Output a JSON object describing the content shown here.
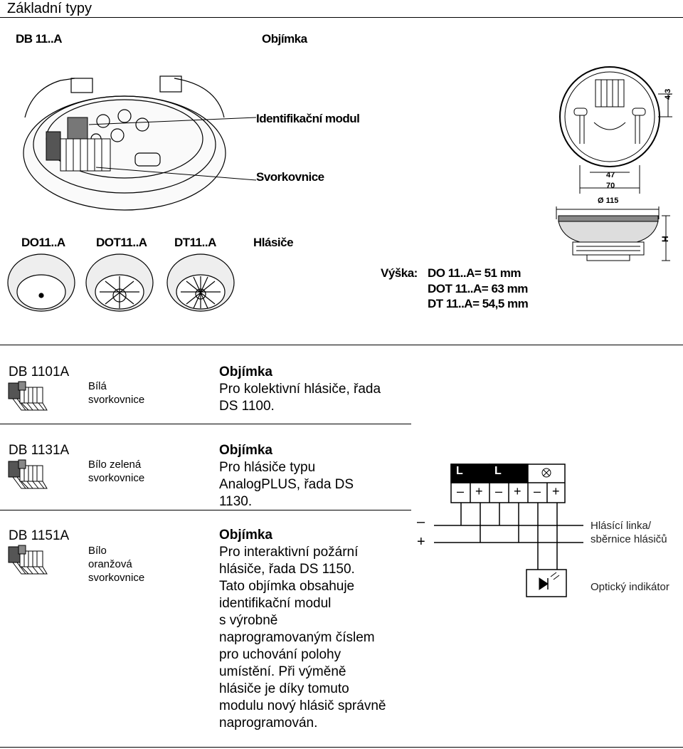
{
  "page_title": "Základní typy",
  "figure": {
    "base_label": "DB 11..A",
    "base_title": "Objímka",
    "callout_module": "Identifikační modul",
    "callout_terminal": "Svorkovnice",
    "detectors_label": "Hlásiče",
    "detector_types": [
      "DO11..A",
      "DOT11..A",
      "DT11..A"
    ],
    "height_label": "Výška:",
    "heights": [
      "DO 11..A= 51 mm",
      "DOT 11..A= 63 mm",
      "DT 11..A= 54,5 mm"
    ],
    "dim_47": "47",
    "dim_70": "70",
    "dim_115": "Ø 115",
    "dim_43": "4,3",
    "dim_h": "H"
  },
  "products": [
    {
      "code": "DB 1101A",
      "terminal": "Bílá\nsvorkovnice",
      "title": "Objímka",
      "description": "Pro kolektivní hlásiče, řada\nDS 1100."
    },
    {
      "code": "DB 1131A",
      "terminal": "Bílo zelená\nsvorkovnice",
      "title": "Objímka",
      "description": "Pro hlásiče typu\nAnalogPLUS, řada DS\n1130."
    },
    {
      "code": "DB 1151A",
      "terminal": "Bílo\noranžová\nsvorkovnice",
      "title": "Objímka",
      "description": "Pro interaktivní požární\nhlásiče, řada DS 1150.\nTato objímka obsahuje\nidentifikační modul\ns výrobně\nnaprogramovaným číslem\npro uchování polohy\numístění. Při výměně\nhlásiče je díky tomuto\nmodulu nový hlásič správně\nnaprogramován."
    }
  ],
  "wiring": {
    "terminals_top": [
      "L",
      "L"
    ],
    "terminal_signs": [
      "–",
      "+",
      "–",
      "+",
      "–",
      "+"
    ],
    "minus": "–",
    "plus": "+",
    "line_label": "Hlásící linka/\nsběrnice hlásičů",
    "indicator_label": "Optický indikátor"
  }
}
